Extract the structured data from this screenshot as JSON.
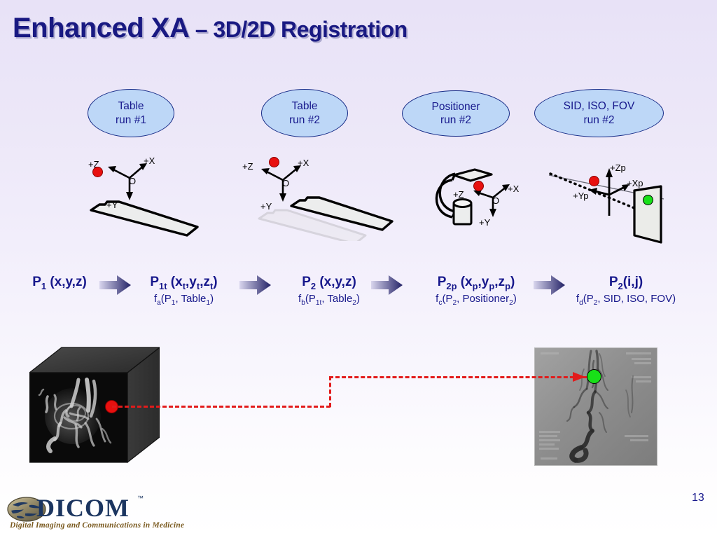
{
  "slide": {
    "title_main": "Enhanced XA",
    "title_sep": " – ",
    "title_rest": "3D/2D Registration",
    "page_number": "13",
    "accent_navy": "#17188c",
    "ellipse_fill": "#bdd7f7",
    "ellipse_stroke": "#152a86",
    "marker_red": "#e8100f",
    "marker_green": "#18e018",
    "dash_red": "#e21b1b",
    "background_top": "#e8e2f7",
    "background_bottom": "#ffffff"
  },
  "ellipses": [
    {
      "line1": "Table",
      "line2": "run #1"
    },
    {
      "line1": "Table",
      "line2": "run #2"
    },
    {
      "line1": "Positioner",
      "line2": "run #2"
    },
    {
      "line1": "SID, ISO, FOV",
      "line2": "run #2"
    }
  ],
  "diagrams": [
    {
      "name": "table-run-1-axes",
      "axis_labels": [
        "+Z",
        "+X",
        "+Y",
        "O"
      ],
      "markers": [
        "red-point"
      ],
      "objects": [
        "table-slab"
      ]
    },
    {
      "name": "table-run-2-axes",
      "axis_labels": [
        "+Z",
        "+X",
        "+Y",
        "O"
      ],
      "markers": [
        "red-point"
      ],
      "objects": [
        "table-slab",
        "table-slab-ghost"
      ]
    },
    {
      "name": "positioner-run-2-axes",
      "axis_labels": [
        "+Z",
        "+X",
        "+Y",
        "O"
      ],
      "markers": [
        "red-point"
      ],
      "objects": [
        "c-arm",
        "detector-plate",
        "x-ray-tube"
      ]
    },
    {
      "name": "sid-iso-fov-run-2-axes",
      "axis_labels": [
        "+Zp",
        "+Xp",
        "+Yp"
      ],
      "markers": [
        "red-point",
        "green-point"
      ],
      "objects": [
        "projection-ray",
        "image-plane"
      ]
    }
  ],
  "pipeline": {
    "steps": [
      {
        "point": "P<sub>1</sub> (x,y,z)",
        "transform": ""
      },
      {
        "point": "P<sub>1t</sub> (x<sub>t</sub>,y<sub>t</sub>,z<sub>t</sub>)",
        "transform": "f<sub>a</sub>(P<sub>1</sub>, Table<sub>1</sub>)"
      },
      {
        "point": "P<sub>2</sub> (x,y,z)",
        "transform": "f<sub>b</sub>(P<sub>1t</sub>, Table<sub>2</sub>)"
      },
      {
        "point": "P<sub>2p</sub> (x<sub>p</sub>,y<sub>p</sub>,z<sub>p</sub>)",
        "transform": "f<sub>c</sub>(P<sub>2</sub>, Positioner<sub>2</sub>)"
      },
      {
        "point": "P<sub>2</sub>(i,j)",
        "transform": "f<sub>d</sub>(P<sub>2</sub>, SID, ISO, FOV)"
      }
    ],
    "arrow_count": 4
  },
  "images": {
    "volume": {
      "name": "3d-volume-cube",
      "caption": "",
      "marker": "red-point"
    },
    "projection": {
      "name": "dsa-xray-projection",
      "caption": "",
      "marker": "green-point"
    },
    "link": "red-dashed-correspondence-line"
  },
  "footer": {
    "logo_wordmark": "DICOM",
    "logo_tm": "™",
    "logo_tagline": "Digital Imaging and Communications in Medicine"
  }
}
